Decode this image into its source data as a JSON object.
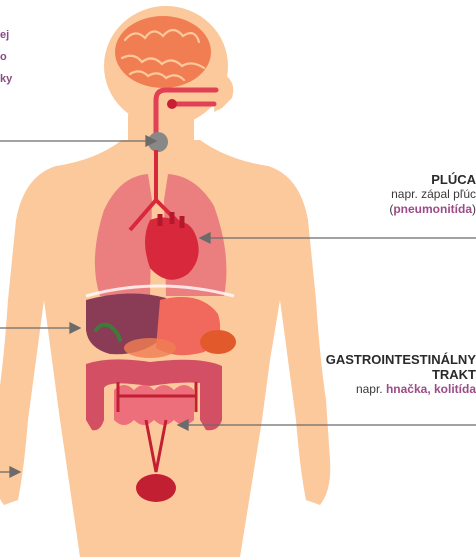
{
  "labels": {
    "lungs": {
      "title": "PLÚCA",
      "prefix": "napr. zápal pľúc",
      "open_paren": "(",
      "highlight": "pneumonitída",
      "close_paren": ")"
    },
    "gi": {
      "title_line1": "GASTROINTESTINÁLNY",
      "title_line2": "TRAKT",
      "prefix": "napr. ",
      "highlight": "hnačka, kolitída"
    },
    "left_fragment": {
      "line1": "ej",
      "line2": "o",
      "line3": "ky"
    }
  },
  "colors": {
    "skin": "#fbc99c",
    "organ_highlight_text": "#9b4b86",
    "pointer_line": "#6b6b6b",
    "lung": "#e8727a",
    "heart": "#d8283c",
    "liver": "#8a3c56",
    "intestine": "#d34f63",
    "brain": "#f07e52"
  },
  "icons": [
    "brain-illustration",
    "heart-illustration",
    "lungs-illustration",
    "liver-illustration",
    "intestines-illustration",
    "bladder-illustration"
  ]
}
